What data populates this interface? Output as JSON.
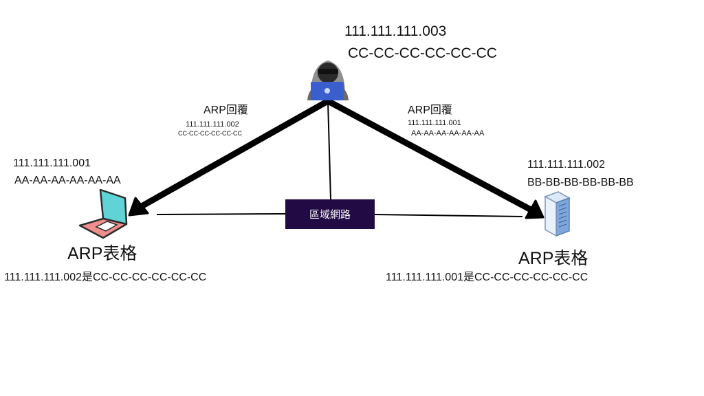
{
  "network": {
    "label": "區域網路",
    "background_color": "#220a45"
  },
  "attacker": {
    "ip": "111.111.111.003",
    "mac": "CC-CC-CC-CC-CC-CC",
    "icon": "hacker-icon"
  },
  "victim_laptop": {
    "ip": "111.111.111.001",
    "mac": "AA-AA-AA-AA-AA-AA",
    "icon": "laptop-icon",
    "arp_table_title": "ARP表格",
    "arp_table_entry": "111.111.111.002是CC-CC-CC-CC-CC-CC"
  },
  "victim_server": {
    "ip": "111.111.111.002",
    "mac": "BB-BB-BB-BB-BB-BB",
    "icon": "server-icon",
    "arp_table_title": "ARP表格",
    "arp_table_entry": "111.111.111.001是CC-CC-CC-CC-CC-CC"
  },
  "reply_to_laptop": {
    "label": "ARP回覆",
    "ip": "111.111.111.002",
    "mac": "CC-CC-CC-CC-CC-CC"
  },
  "reply_to_server": {
    "label": "ARP回覆",
    "ip": "111.111.111.001",
    "mac": "AA-AA-AA-AA-AA-AA"
  }
}
